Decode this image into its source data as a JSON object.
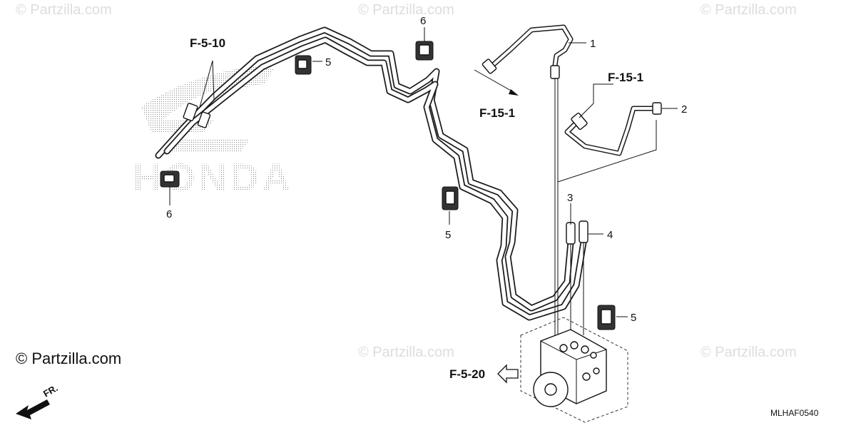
{
  "watermarks": {
    "top_left": "© Partzilla.com",
    "top_center": "© Partzilla.com",
    "top_right": "© Partzilla.com",
    "mid_center": "© Partzilla.com",
    "mid_right": "© Partzilla.com"
  },
  "copyright": "© Partzilla.com",
  "brand_watermark": "HONDA",
  "part_code": "MLHAF0540",
  "direction_label": "FR.",
  "references": {
    "f_5_10": "F-5-10",
    "f_15_1_left": "F-15-1",
    "f_15_1_right": "F-15-1",
    "f_5_20": "F-5-20"
  },
  "callouts": {
    "c1": "1",
    "c2": "2",
    "c3": "3",
    "c4": "4",
    "c5_top": "5",
    "c5_mid": "5",
    "c5_bottom": "5",
    "c6_top": "6",
    "c6_left": "6"
  },
  "colors": {
    "line": "#111111",
    "watermark": "#dddddd",
    "background": "#ffffff"
  },
  "icons": {
    "direction_arrow": "arrow-down-left-icon",
    "reference_arrow": "hollow-arrow-left-icon"
  }
}
